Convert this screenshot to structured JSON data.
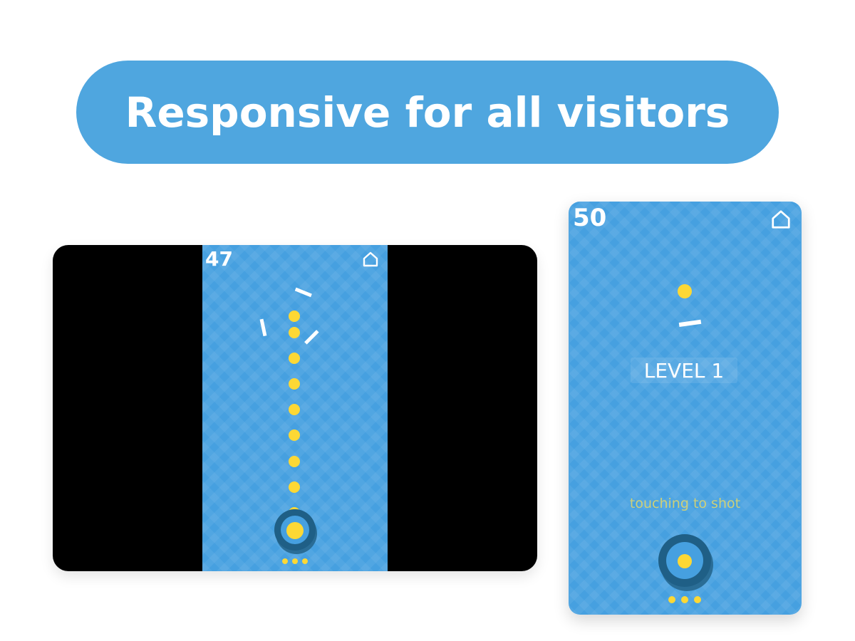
{
  "headline": "Responsive for all visitors",
  "desktop": {
    "score": "47",
    "home_icon": "home-icon",
    "balls_remaining": 3
  },
  "mobile": {
    "score": "50",
    "home_icon": "home-icon",
    "level_label": "LEVEL 1",
    "hint": "touching to shot",
    "balls_remaining": 3
  },
  "colors": {
    "brand_blue": "#4fa6df",
    "board_blue": "#46a0e0",
    "ball_yellow": "#fdd835",
    "cannon_ring": "#1f5f86",
    "desktop_frame": "#000000",
    "hint_text": "#cdd07a"
  }
}
